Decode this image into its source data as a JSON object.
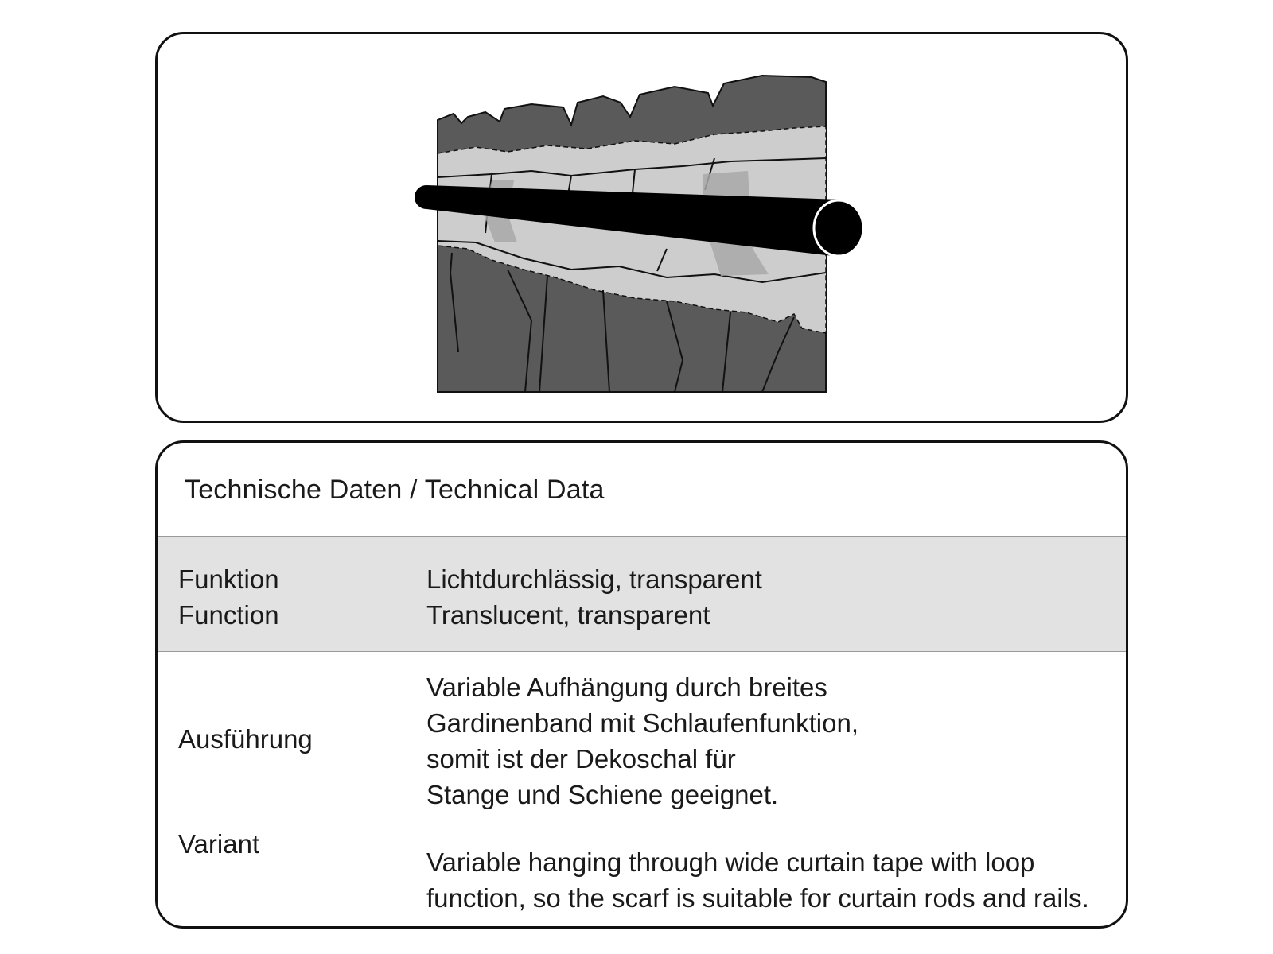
{
  "illustration": {
    "subject": "curtain-scarf-on-rod",
    "colors": {
      "fabric_dark": "#5a5a5a",
      "tape_light": "#cdcdcd",
      "rod": "#000000",
      "loop_translucent": "#a8a8a8"
    }
  },
  "technical_data": {
    "title": "Technische Daten / Technical Data",
    "rows": [
      {
        "label_de": "Funktion",
        "label_en": "Function",
        "value_de": "Lichtdurchlässig, transparent",
        "value_en": "Translucent, transparent"
      },
      {
        "label_de": "Ausführung",
        "label_en": "Variant",
        "value_de_lines": [
          "Variable Aufhängung durch breites",
          "Gardinenband mit Schlaufenfunktion,",
          "somit ist der Dekoschal für",
          "Stange und Schiene geeignet."
        ],
        "value_en_lines": [
          "Variable hanging through wide curtain tape with loop",
          "function, so the scarf is suitable for curtain rods and rails."
        ]
      }
    ]
  }
}
